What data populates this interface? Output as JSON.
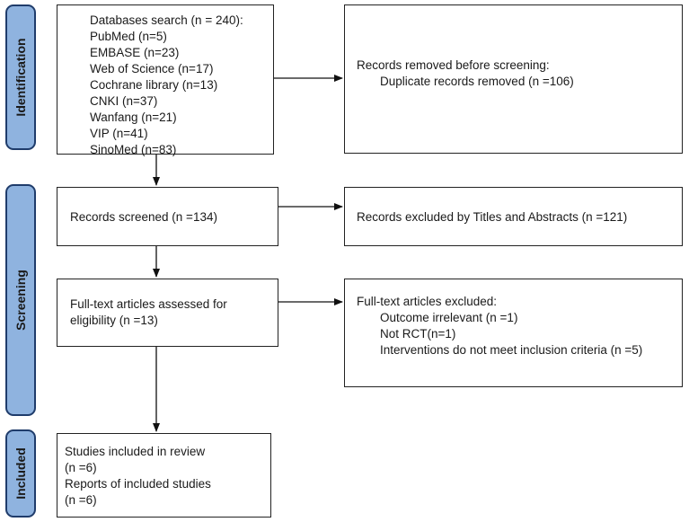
{
  "phases": {
    "identification": "Identification",
    "screening": "Screening",
    "included": "Included"
  },
  "identification_box": {
    "title": "Databases search (n = 240):",
    "sources": [
      "PubMed (n=5)",
      "EMBASE (n=23)",
      "Web of Science (n=17)",
      "Cochrane library (n=13)",
      "CNKI (n=37)",
      "Wanfang (n=21)",
      "VIP (n=41)",
      "SinoMed (n=83)"
    ]
  },
  "removed_box": {
    "title": "Records removed before screening:",
    "item": "Duplicate records removed (n =106)"
  },
  "screened_box": {
    "text": "Records screened (n =134)"
  },
  "excluded_box": {
    "text": "Records excluded by Titles and Abstracts (n =121)"
  },
  "fulltext_box": {
    "line1": "Full-text articles assessed for",
    "line2": "eligibility (n =13)"
  },
  "fulltext_excluded_box": {
    "title": "Full-text articles excluded:",
    "items": [
      "Outcome irrelevant (n =1)",
      "Not RCT(n=1)",
      "Interventions do not meet inclusion criteria (n =5)"
    ]
  },
  "included_box": {
    "line1": "Studies included in review",
    "line2": "(n =6)",
    "line3": "Reports of included studies",
    "line4": "(n =6)"
  }
}
